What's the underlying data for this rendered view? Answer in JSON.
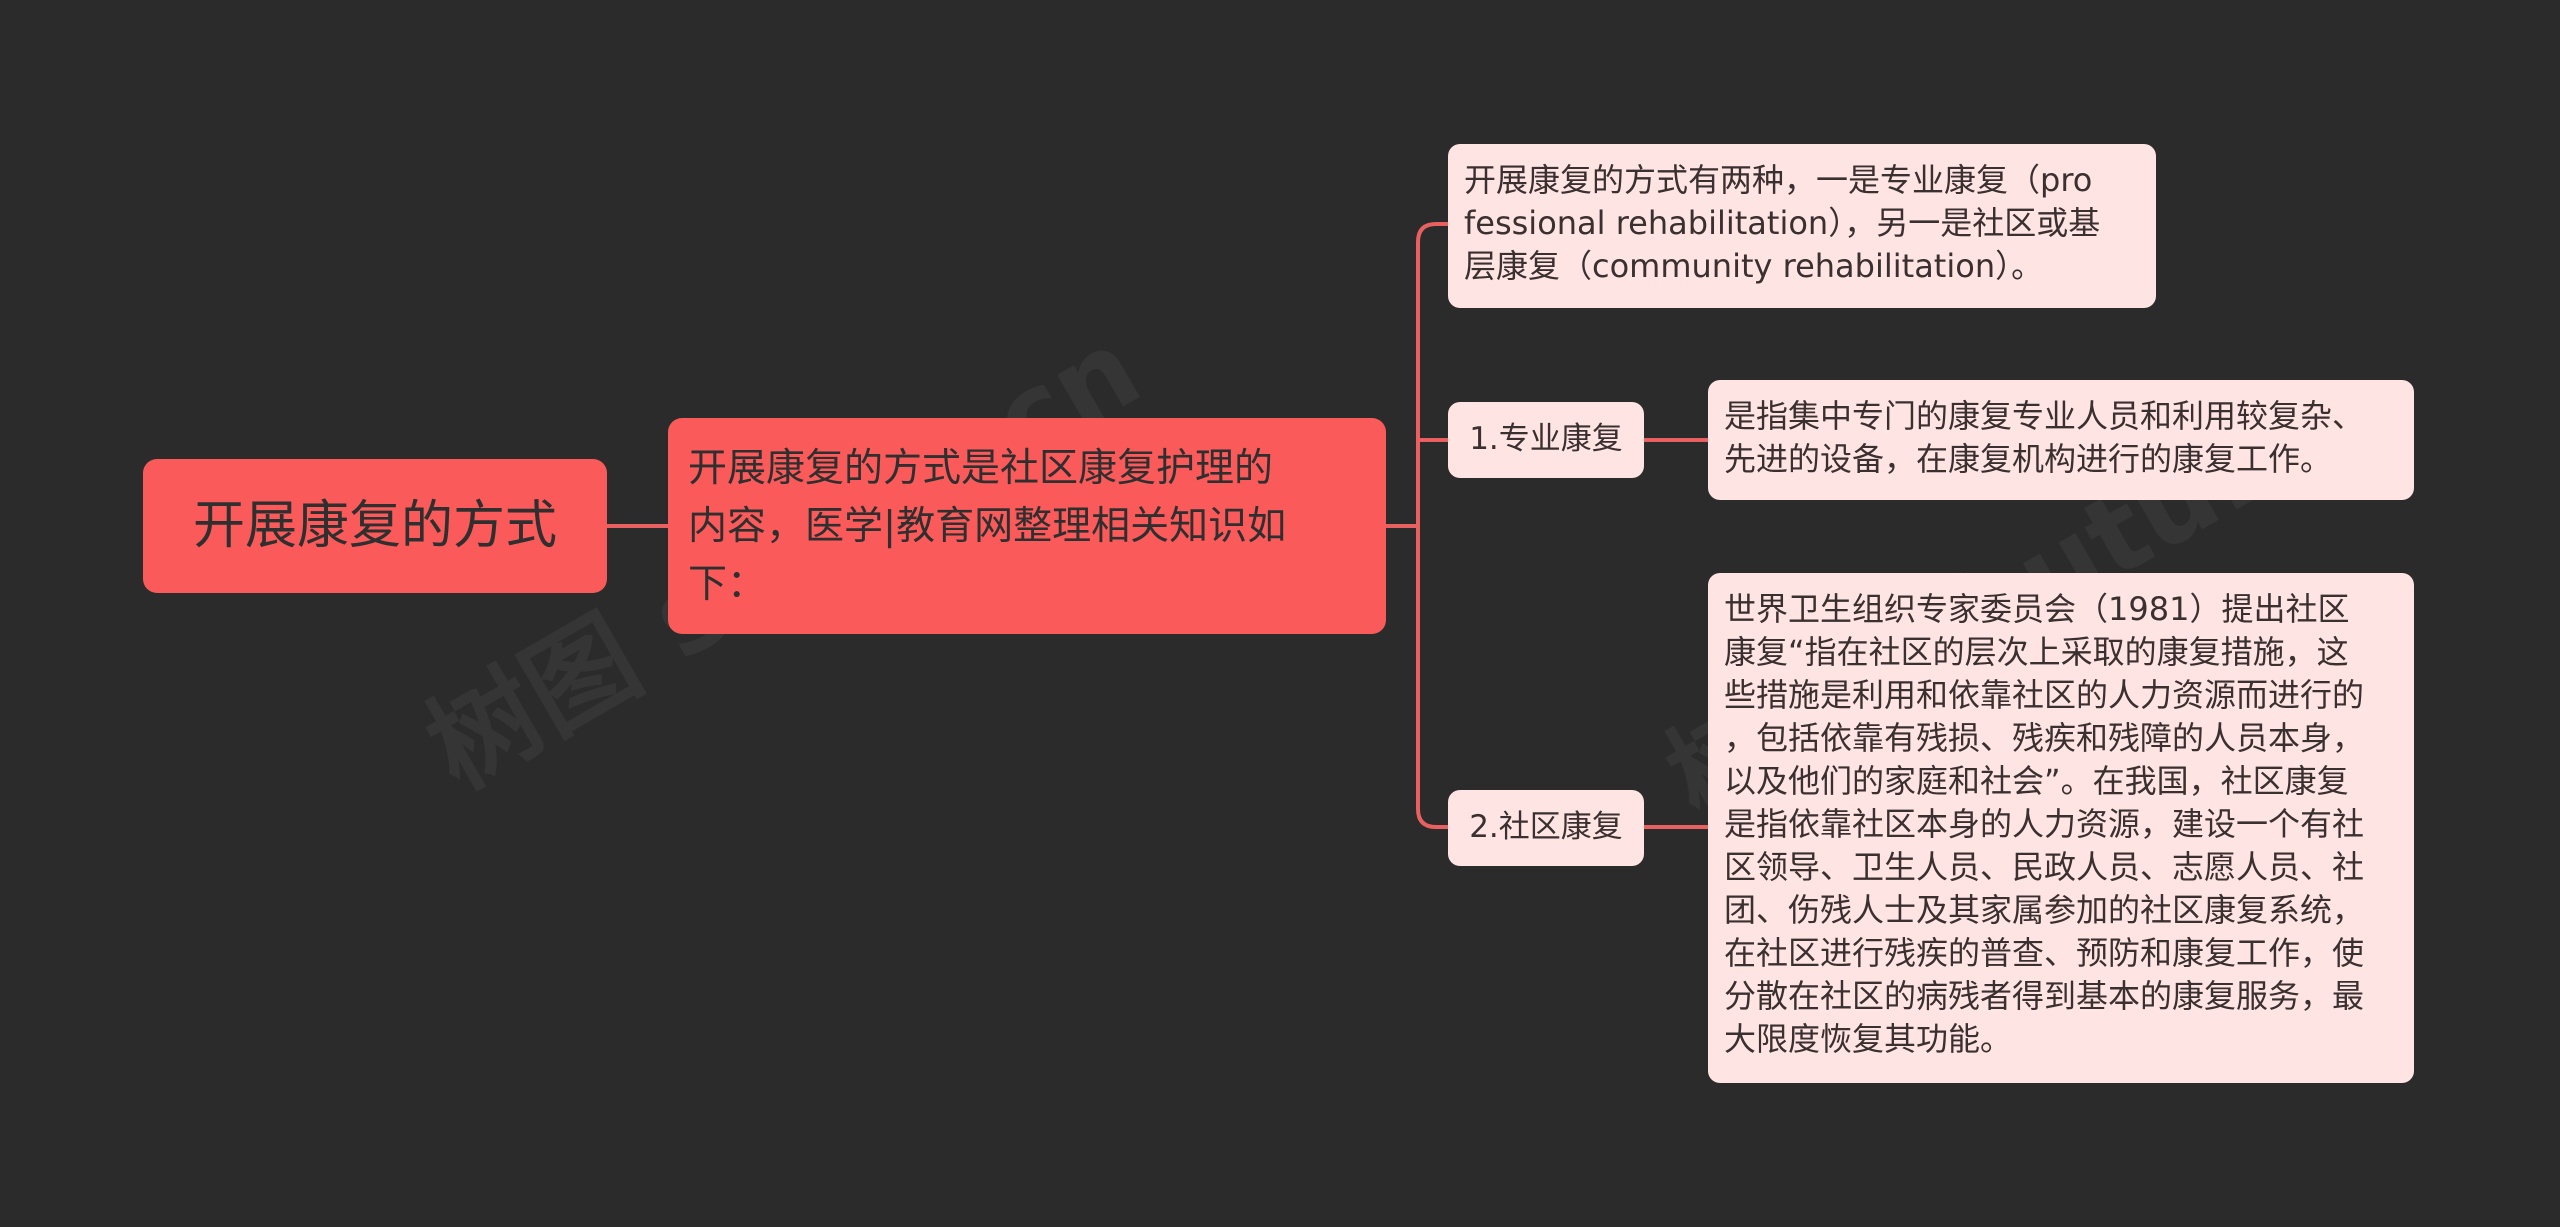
{
  "mindmap": {
    "root": "开展康复的方式",
    "intro": "开展康复的方式是社区康复护理的\n内容，医学|教育网整理相关知识如\n下：",
    "overview": "开展康复的方式有两种，一是专业康复（pro\nfessional rehabilitation），另一是社区或基\n层康复（community rehabilitation）。",
    "branches": [
      {
        "label": "1.专业康复",
        "detail": "是指集中专门的康复专业人员和利用较复杂、\n先进的设备，在康复机构进行的康复工作。"
      },
      {
        "label": "2.社区康复",
        "detail": "世界卫生组织专家委员会（1981）提出社区\n康复“指在社区的层次上采取的康复措施，这\n些措施是利用和依靠社区的人力资源而进行的\n，包括依靠有残损、残疾和残障的人员本身，\n以及他们的家庭和社会”。在我国，社区康复\n是指依靠社区本身的人力资源，建设一个有社\n区领导、卫生人员、民政人员、志愿人员、社\n团、伤残人士及其家属参加的社区康复系统，\n在社区进行残疾的普查、预防和康复工作，使\n分散在社区的病残者得到基本的康复服务，最\n大限度恢复其功能。"
      }
    ]
  },
  "colors": {
    "background": "#2b2b2b",
    "main_node": "#fa5a5a",
    "leaf_node": "#ffe4e4",
    "connector": "#e96060"
  }
}
